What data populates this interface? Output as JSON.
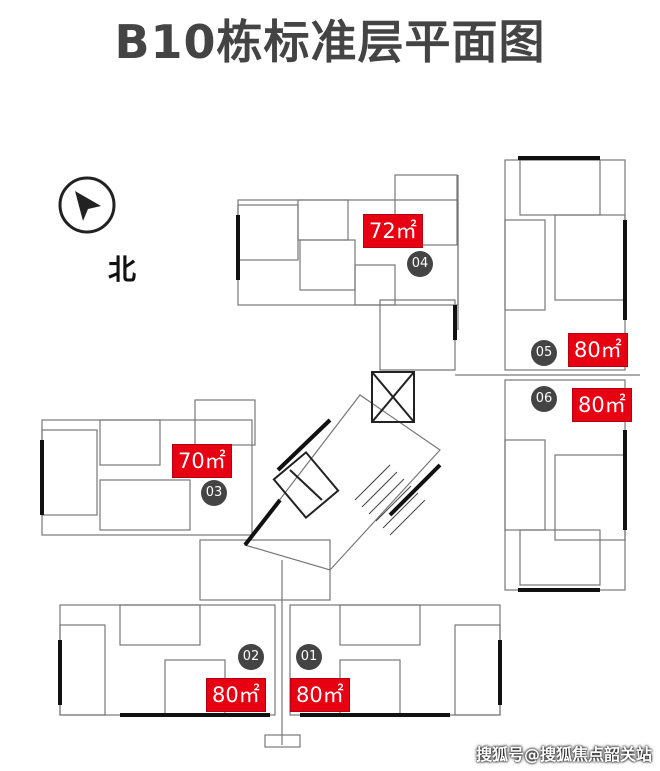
{
  "title": "B10栋标准层平面图",
  "compass": {
    "north_label": "北",
    "icon": "north-arrow-icon"
  },
  "units": [
    {
      "no": "01",
      "area": "80㎡"
    },
    {
      "no": "02",
      "area": "80㎡"
    },
    {
      "no": "03",
      "area": "70㎡"
    },
    {
      "no": "04",
      "area": "72㎡"
    },
    {
      "no": "05",
      "area": "80㎡"
    },
    {
      "no": "06",
      "area": "80㎡"
    }
  ],
  "watermark": "搜狐号@搜狐焦点韶关站",
  "colors": {
    "tag_bg": "#e60012",
    "title": "#444444",
    "wall": "#111111"
  }
}
